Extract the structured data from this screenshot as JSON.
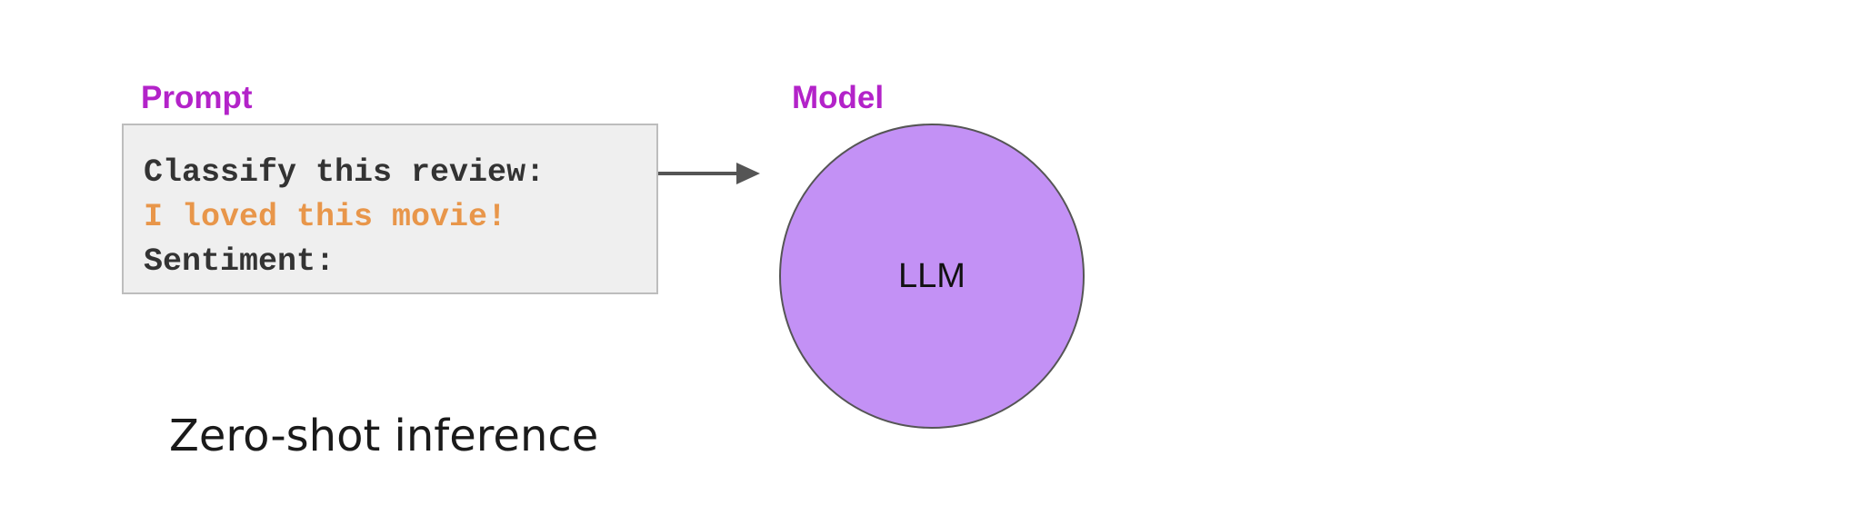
{
  "colors": {
    "label": "#b323c9",
    "highlight": "#e8964a",
    "circle_fill": "#c391f5",
    "box_fill": "#efefef",
    "arrow": "#555555"
  },
  "prompt": {
    "label": "Prompt",
    "lines": [
      {
        "text": "Classify this review:",
        "color": "#333333"
      },
      {
        "text": "I loved this movie!",
        "color": "#e8964a"
      },
      {
        "text": "Sentiment:",
        "color": "#333333"
      }
    ]
  },
  "model": {
    "label": "Model",
    "name": "LLM"
  },
  "caption": "Zero-shot inference"
}
